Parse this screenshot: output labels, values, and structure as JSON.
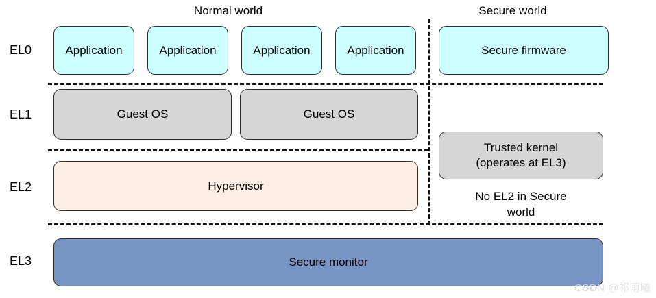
{
  "diagram": {
    "title_normal_world": "Normal world",
    "title_secure_world": "Secure world",
    "exception_levels": [
      {
        "id": "el0",
        "label": "EL0"
      },
      {
        "id": "el1",
        "label": "EL1"
      },
      {
        "id": "el2",
        "label": "EL2"
      },
      {
        "id": "el3",
        "label": "EL3"
      }
    ],
    "normal_world": {
      "el0_boxes": [
        {
          "label": "Application"
        },
        {
          "label": "Application"
        },
        {
          "label": "Application"
        },
        {
          "label": "Application"
        }
      ],
      "el1_boxes": [
        {
          "label": "Guest OS"
        },
        {
          "label": "Guest OS"
        }
      ],
      "el2_boxes": [
        {
          "label": "Hypervisor"
        }
      ]
    },
    "secure_world": {
      "el0_boxes": [
        {
          "label": "Secure firmware"
        }
      ],
      "trusted_kernel": {
        "label": "Trusted kernel\n(operates at EL3)"
      },
      "note": "No EL2 in Secure\nworld"
    },
    "shared": {
      "el3_box": {
        "label": "Secure monitor"
      }
    },
    "colors": {
      "application": "#ccffff",
      "secure_firmware": "#ccffff",
      "guest_os": "#d6d6d6",
      "trusted_kernel": "#d6d6d6",
      "hypervisor": "#fceee2",
      "secure_monitor": "#7794c4",
      "border": "#2b2b2b",
      "divider": "#111111"
    },
    "watermark": {
      "brand": "CSDN",
      "user": "@祁雨曦"
    }
  }
}
